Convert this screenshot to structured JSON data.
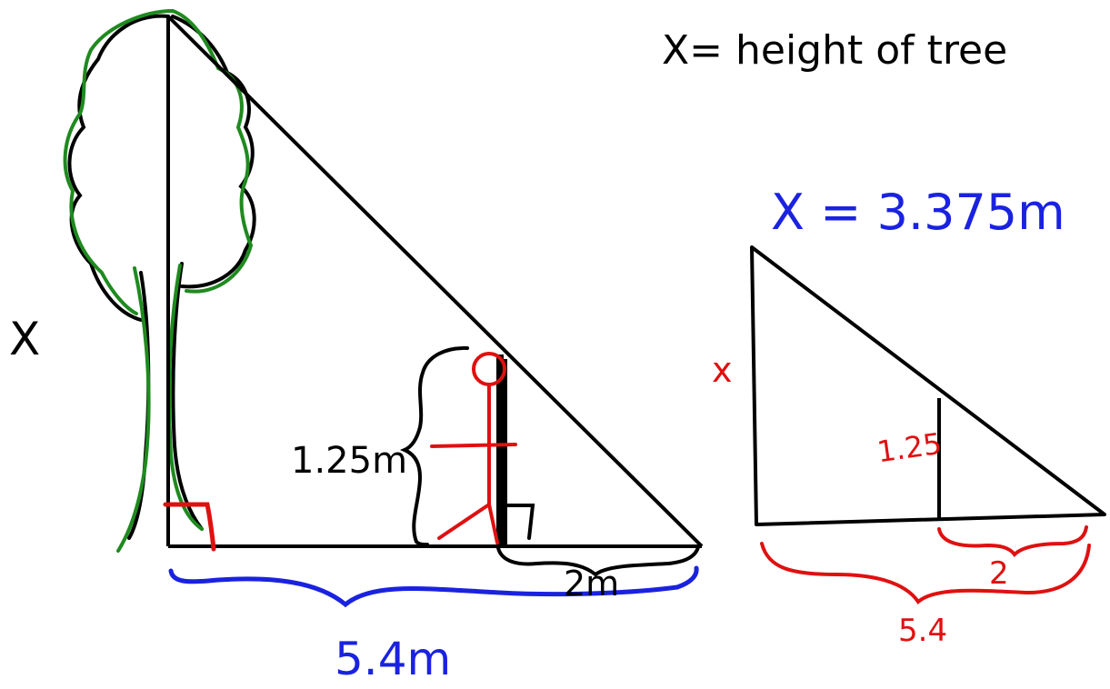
{
  "title_note": "X= height of tree",
  "answer": "X = 3.375m",
  "left_figure": {
    "var_label": "X",
    "person_height_label": "1.25m",
    "shadow_label": "2m",
    "base_label": "5.4m"
  },
  "right_figure": {
    "var_label": "x",
    "inner_height_label": "1.25",
    "short_base_label": "2",
    "long_base_label": "5.4"
  },
  "colors": {
    "ink": "#000000",
    "tree": "#1f8a1f",
    "person": "#e01010",
    "base_brace": "#1a22e0",
    "answer": "#1a22e0",
    "right_labels": "#e01010"
  }
}
